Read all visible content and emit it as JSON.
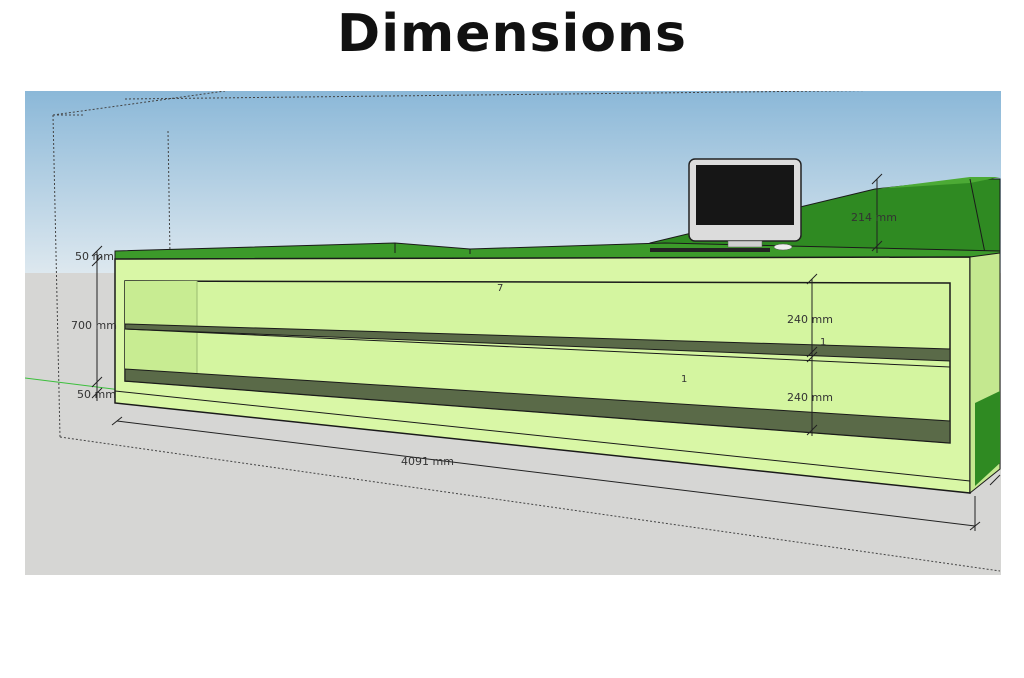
{
  "title": "Dimensions",
  "model": {
    "top_thickness_label": "50 mm",
    "height_label": "700 mm",
    "base_thickness_label": "50 mm",
    "length_label": "4091 mm",
    "upper_shelf_gap_label": "240 mm",
    "lower_shelf_gap_label": "240 mm",
    "upstand_height_label": "214 mm",
    "marker_upper": "7",
    "marker_mid": "1",
    "marker_lower": "1"
  },
  "colors": {
    "sky_top": "#8bb8d8",
    "sky_bottom": "#d9e6ef",
    "ground": "#d6d6d4",
    "body_face": "#d9f7a6",
    "body_side": "#c4e88f",
    "worktop": "#3c9a2a",
    "upstand": "#2f8a22",
    "shelf_shadow": "#5a6a48",
    "edge": "#1a1a1a"
  }
}
